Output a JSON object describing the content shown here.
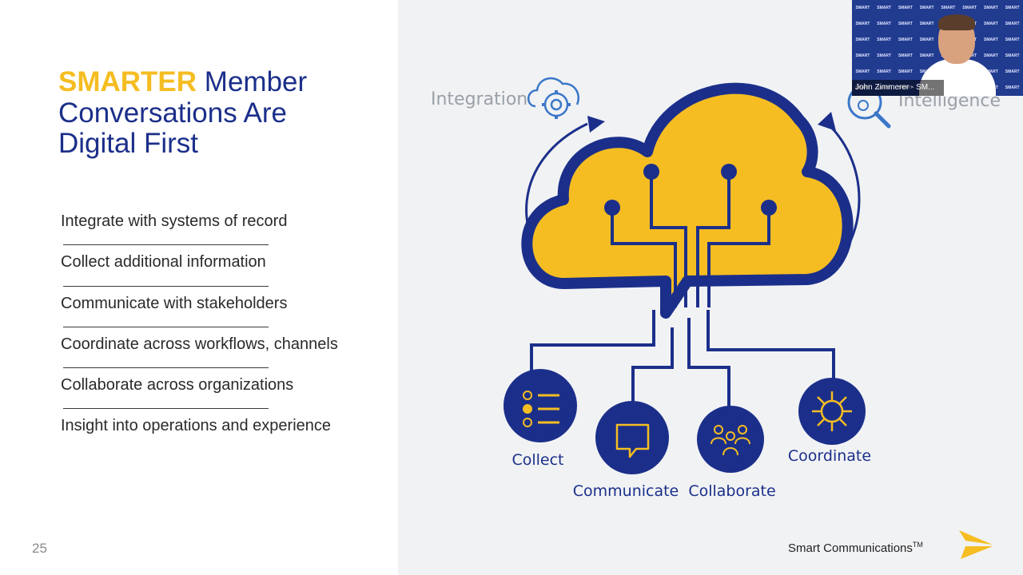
{
  "slide": {
    "title_accent": "SMARTER",
    "title_line1_rest": " Member",
    "title_line2": "Conversations Are",
    "title_line3": "Digital First",
    "bullets": [
      "Integrate with systems of record",
      "Collect additional information",
      "Communicate with stakeholders",
      "Coordinate across workflows, channels",
      "Collaborate across organizations",
      "Insight into operations and experience"
    ],
    "page_number": "25",
    "brand_name": "Smart Communications",
    "brand_tm": "TM"
  },
  "diagram": {
    "integration_label": "Integration",
    "intelligence_label": "Intelligence",
    "nodes": {
      "collect": "Collect",
      "communicate": "Communicate",
      "collaborate": "Collaborate",
      "coordinate": "Coordinate"
    }
  },
  "video": {
    "name_tag": "John Zimmerer - SM...",
    "backdrop_text": "SMART"
  },
  "colors": {
    "navy": "#1b2f8a",
    "yellow": "#f5bd22",
    "light_bg": "#f1f2f4"
  }
}
